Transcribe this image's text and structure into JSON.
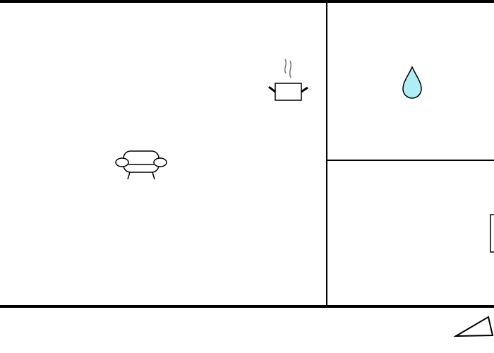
{
  "colors": {
    "wall": "#000000",
    "background": "#ffffff",
    "water": "#aeeef4",
    "steam": "#777777"
  },
  "rooms": [
    {
      "name": "living-room",
      "icon": "sofa-icon"
    },
    {
      "name": "kitchen",
      "icon": "cooking-pot-icon"
    },
    {
      "name": "bathroom",
      "icon": "water-drop-icon"
    },
    {
      "name": "bedroom",
      "icon": "rectangle-furniture-icon"
    }
  ],
  "extras": [
    {
      "icon": "triangle-marker-icon"
    }
  ]
}
